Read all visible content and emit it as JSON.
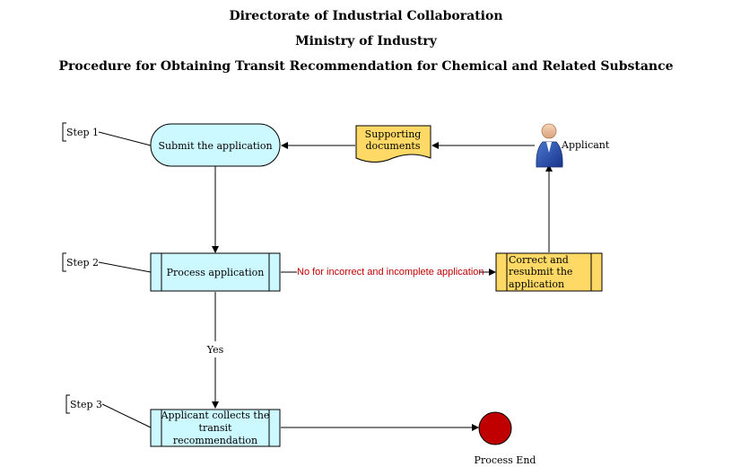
{
  "header": {
    "line1": "Directorate of Industrial Collaboration",
    "line2": "Ministry of Industry",
    "line3": "Procedure for Obtaining Transit Recommendation for Chemical and Related Substance"
  },
  "steps": {
    "step1": "Step 1",
    "step2": "Step 2",
    "step3": "Step 3"
  },
  "nodes": {
    "submit": "Submit the application",
    "supporting_line1": "Supporting",
    "supporting_line2": "documents",
    "applicant": "Applicant",
    "process": "Process application",
    "correct_line1": "Correct and",
    "correct_line2": "resubmit the",
    "correct_line3": "application",
    "collect_line1": "Applicant collects the",
    "collect_line2": "transit",
    "collect_line3": "recommendation",
    "end": "Process End"
  },
  "edges": {
    "no_label": "No for incorrect and incomplete application",
    "yes_label": "Yes"
  },
  "colors": {
    "cyan_fill": "#ccf8ff",
    "yellow_fill": "#ffd966",
    "end_fill": "#c00000",
    "no_text": "#c00000"
  }
}
